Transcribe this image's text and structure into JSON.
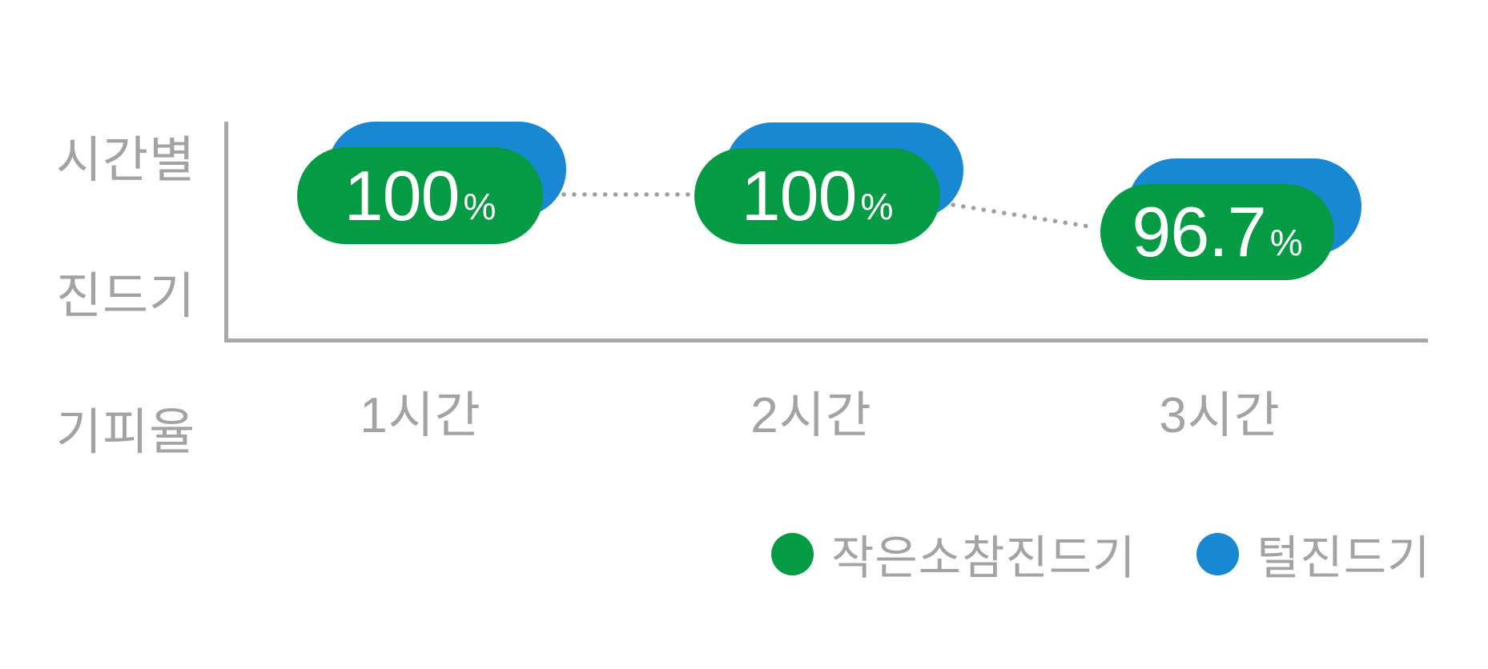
{
  "chart": {
    "y_axis": {
      "label": "시간별 진드기 기피율",
      "label_lines": [
        "시간별",
        "진드기",
        "기피율"
      ]
    },
    "x_axis": {
      "ticks": [
        "1시간",
        "2시간",
        "3시간"
      ]
    },
    "points": [
      {
        "x": "1시간",
        "number": "100",
        "unit": "%"
      },
      {
        "x": "2시간",
        "number": "100",
        "unit": "%"
      },
      {
        "x": "3시간",
        "number": "96.7",
        "unit": "%"
      }
    ],
    "legend": [
      {
        "label": "작은소참진드기",
        "color": "#059b45"
      },
      {
        "label": "털진드기",
        "color": "#1888d2"
      }
    ],
    "colors": {
      "series_green": "#059b45",
      "series_blue": "#1888d2",
      "axis_gray": "#a8a8a8",
      "text_gray": "#a3a3a3",
      "value_text": "#ffffff"
    }
  },
  "chart_data": {
    "type": "line",
    "title": "",
    "xlabel": "",
    "ylabel": "시간별 진드기 기피율",
    "categories": [
      "1시간",
      "2시간",
      "3시간"
    ],
    "series": [
      {
        "name": "작은소참진드기",
        "color": "#059b45",
        "values": [
          100,
          100,
          96.7
        ]
      },
      {
        "name": "털진드기",
        "color": "#1888d2",
        "values": [
          100,
          100,
          96.7
        ]
      }
    ],
    "point_labels": [
      "100%",
      "100%",
      "96.7%"
    ],
    "marker_style": "overlapping-pills (blue behind, green front)",
    "connector_style": "dotted gray line between markers",
    "grid": false,
    "legend_position": "bottom-right",
    "axis_style": "plain gray L-shaped axis, no tick values"
  }
}
